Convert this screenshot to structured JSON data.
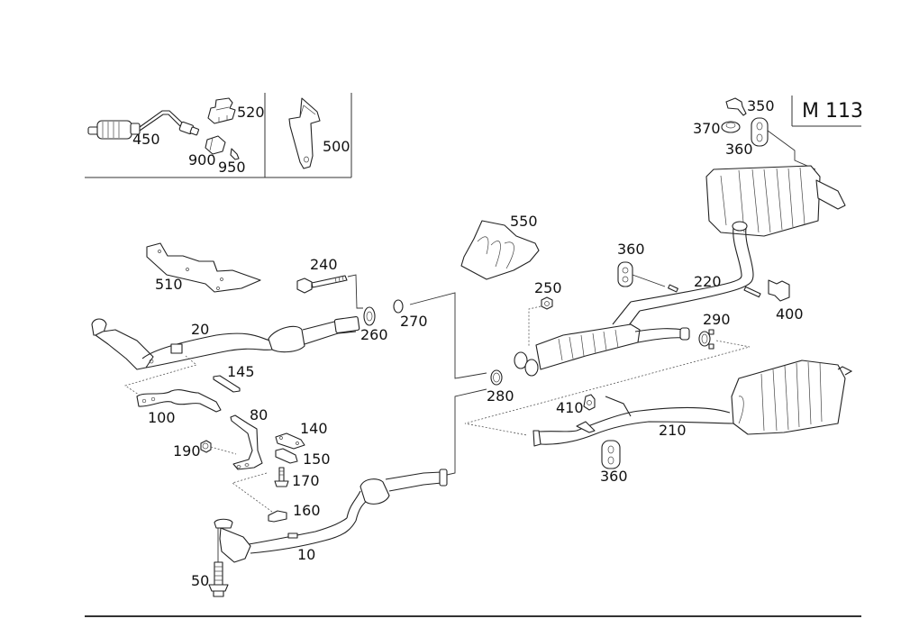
{
  "diagram": {
    "title": "Exhaust system exploded parts view",
    "model_code": "M 113",
    "parts": [
      {
        "id": "p450",
        "number": "450",
        "name": "oxygen sensor"
      },
      {
        "id": "p520",
        "number": "520",
        "name": "clip"
      },
      {
        "id": "p900",
        "number": "900",
        "name": "connector housing"
      },
      {
        "id": "p950",
        "number": "950",
        "name": "contact pin"
      },
      {
        "id": "p500",
        "number": "500",
        "name": "bracket"
      },
      {
        "id": "p350",
        "number": "350",
        "name": "hanger bracket"
      },
      {
        "id": "p370",
        "number": "370",
        "name": "rubber bushing"
      },
      {
        "id": "p360a",
        "number": "360",
        "name": "rubber hanger"
      },
      {
        "id": "p510",
        "number": "510",
        "name": "heat shield"
      },
      {
        "id": "p550",
        "number": "550",
        "name": "heat shield"
      },
      {
        "id": "p240",
        "number": "240",
        "name": "bolt"
      },
      {
        "id": "p260",
        "number": "260",
        "name": "gasket"
      },
      {
        "id": "p270",
        "number": "270",
        "name": "sealing ring"
      },
      {
        "id": "p20",
        "number": "20",
        "name": "front pipe with catalytic converter (right)"
      },
      {
        "id": "p145",
        "number": "145",
        "name": "retainer"
      },
      {
        "id": "p100",
        "number": "100",
        "name": "bracket"
      },
      {
        "id": "p80",
        "number": "80",
        "name": "bracket"
      },
      {
        "id": "p140",
        "number": "140",
        "name": "mount"
      },
      {
        "id": "p150",
        "number": "150",
        "name": "mount"
      },
      {
        "id": "p190",
        "number": "190",
        "name": "nut"
      },
      {
        "id": "p170",
        "number": "170",
        "name": "bolt"
      },
      {
        "id": "p160",
        "number": "160",
        "name": "clamp"
      },
      {
        "id": "p10",
        "number": "10",
        "name": "front pipe with catalytic converter (left)"
      },
      {
        "id": "p50",
        "number": "50",
        "name": "stud bolt"
      },
      {
        "id": "p250",
        "number": "250",
        "name": "nut"
      },
      {
        "id": "p280",
        "number": "280",
        "name": "sealing ring"
      },
      {
        "id": "p360b",
        "number": "360",
        "name": "rubber hanger"
      },
      {
        "id": "p220",
        "number": "220",
        "name": "intermediate pipe"
      },
      {
        "id": "p400",
        "number": "400",
        "name": "bracket"
      },
      {
        "id": "p290",
        "number": "290",
        "name": "clamp"
      },
      {
        "id": "p410",
        "number": "410",
        "name": "nut"
      },
      {
        "id": "p210",
        "number": "210",
        "name": "rear muffler"
      },
      {
        "id": "p360c",
        "number": "360",
        "name": "rubber hanger"
      }
    ]
  }
}
